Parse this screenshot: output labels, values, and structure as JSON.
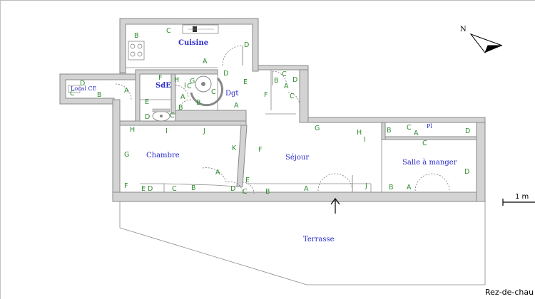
{
  "rooms": {
    "cuisine": "Cuisine",
    "sde": "SdE",
    "local_ce": "Local CE",
    "dgt": "Dgt",
    "pl": "Pl",
    "chambre": "Chambre",
    "sejour": "Séjour",
    "salle_a_manger": "Salle à manger",
    "terrasse": "Terrasse"
  },
  "markers": {
    "cuisine": [
      "B",
      "C",
      "D",
      "A"
    ],
    "local_ce": [
      "D",
      "C",
      "B",
      "A"
    ],
    "sde": [
      "F",
      "H",
      "G",
      "E",
      "A",
      "B",
      "C",
      "D",
      "C",
      "I"
    ],
    "dgt": [
      "D",
      "E",
      "C",
      "B",
      "A",
      "F",
      "B",
      "C",
      "D",
      "A",
      "C"
    ],
    "pl": [
      "B",
      "C",
      "A",
      "D",
      "C"
    ],
    "chambre": [
      "H",
      "I",
      "J",
      "G",
      "K",
      "A",
      "F",
      "E",
      "D",
      "C",
      "B"
    ],
    "sejour": [
      "G",
      "F",
      "H",
      "I",
      "E",
      "D",
      "C",
      "B",
      "A",
      "J"
    ],
    "salle_a_manger": [
      "B",
      "A",
      "D"
    ]
  },
  "compass": {
    "label": "N"
  },
  "scale": {
    "label": "1 m"
  },
  "footer": {
    "label": "Rez-de-chau"
  },
  "colors": {
    "labels": "#2a2acc",
    "markers": "#2e8b2e",
    "walls": "#d3d3d3"
  }
}
